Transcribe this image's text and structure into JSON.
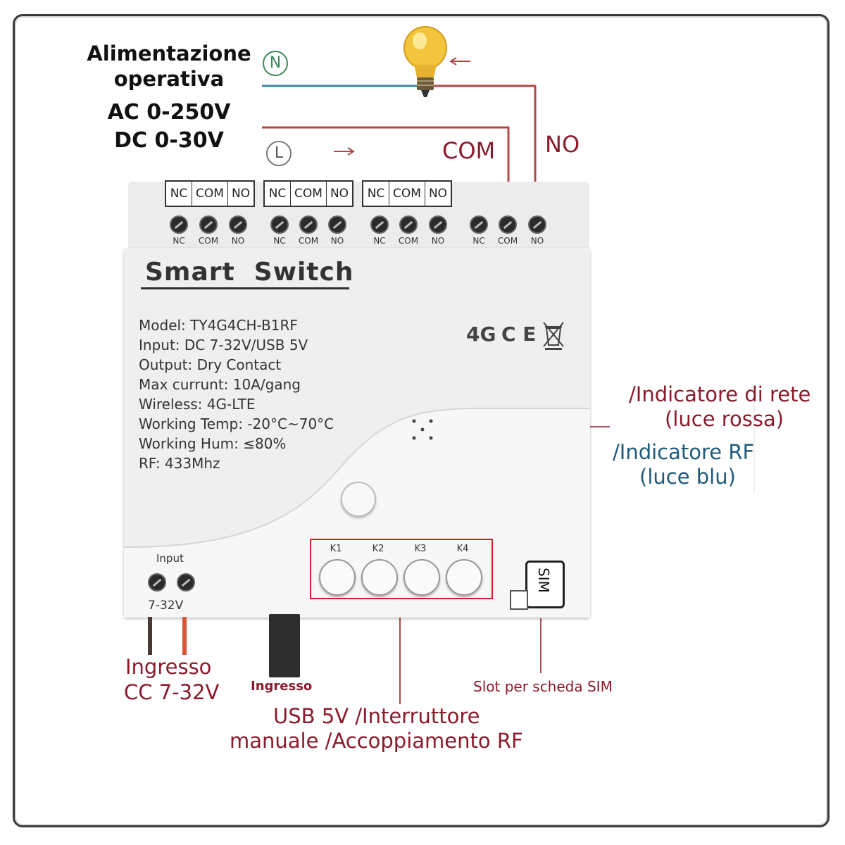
{
  "power": {
    "title_line1": "Alimentazione",
    "title_line2": "operativa",
    "ac": "AC 0-250V",
    "dc": "DC 0-30V",
    "neutral": "N",
    "live": "L",
    "com_label": "COM",
    "no_label": "NO"
  },
  "terminals": {
    "groups": [
      {
        "box": [
          "NC",
          "COM",
          "NO"
        ],
        "screws": [
          "NC",
          "COM",
          "NO"
        ]
      },
      {
        "box": [
          "NC",
          "COM",
          "NO"
        ],
        "screws": [
          "NC",
          "COM",
          "NO"
        ]
      },
      {
        "box": [
          "NC",
          "COM",
          "NO"
        ],
        "screws": [
          "NC",
          "COM",
          "NO"
        ]
      },
      {
        "box": [],
        "screws": [
          "NC",
          "COM",
          "NO"
        ]
      }
    ]
  },
  "device": {
    "brand": "Smart  Switch",
    "specs": [
      "Model:  TY4G4CH-B1RF",
      "Input:  DC 7-32V/USB 5V",
      "Output:  Dry Contact",
      "Max currunt:  10A/gang",
      "Wireless:  4G-LTE",
      "Working Temp:  -20°C~70°C",
      "Working Hum:  ≤80%",
      "RF:  433Mhz"
    ],
    "cert_4g": "4G",
    "cert_ce": "C E",
    "input_label": "Input",
    "input_range": "7-32V",
    "keys": [
      "K1",
      "K2",
      "K3",
      "K4"
    ],
    "sim": "SIM"
  },
  "annotations": {
    "network_line1": "/Indicatore di rete",
    "network_line2": "(luce rossa)",
    "rf_line1": "/Indicatore RF",
    "rf_line2": "(luce blu)",
    "dc_in_line1": "Ingresso",
    "dc_in_line2": "CC 7-32V",
    "usb_in": "Ingresso",
    "usb_line1": "USB 5V /Interruttore",
    "usb_line2": "manuale /Accoppiamento RF",
    "sim_slot": "Slot per scheda SIM"
  },
  "colors": {
    "wire_red": "#b04a4a",
    "wire_teal": "#3b8a9a",
    "annotation_red": "#8b1a2b",
    "annotation_blue": "#1f5a7a",
    "bulb": "#f2c53d"
  }
}
